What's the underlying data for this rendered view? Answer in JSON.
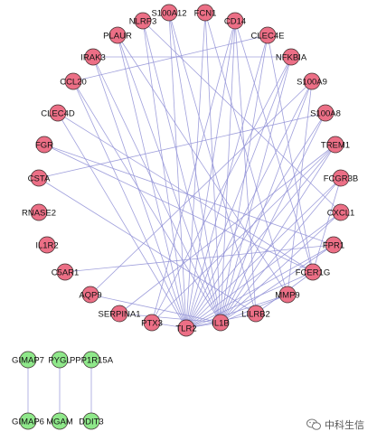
{
  "colors": {
    "hub": "#ec6f86",
    "isolated": "#8fe88a",
    "edge": "#8f8fd6"
  },
  "nodes": [
    {
      "id": "S100A12",
      "group": "hub"
    },
    {
      "id": "FCN1",
      "group": "hub"
    },
    {
      "id": "CD14",
      "group": "hub"
    },
    {
      "id": "NLRP3",
      "group": "hub"
    },
    {
      "id": "PLAUR",
      "group": "hub"
    },
    {
      "id": "CLEC4E",
      "group": "hub"
    },
    {
      "id": "IRAK3",
      "group": "hub"
    },
    {
      "id": "NFKBIA",
      "group": "hub"
    },
    {
      "id": "CCL20",
      "group": "hub"
    },
    {
      "id": "S100A9",
      "group": "hub"
    },
    {
      "id": "CLEC4D",
      "group": "hub"
    },
    {
      "id": "S100A8",
      "group": "hub"
    },
    {
      "id": "FGR",
      "group": "hub"
    },
    {
      "id": "TREM1",
      "group": "hub"
    },
    {
      "id": "CSTA",
      "group": "hub"
    },
    {
      "id": "FCGR3B",
      "group": "hub"
    },
    {
      "id": "RNASE2",
      "group": "hub"
    },
    {
      "id": "CXCL1",
      "group": "hub"
    },
    {
      "id": "IL1R2",
      "group": "hub"
    },
    {
      "id": "FPR1",
      "group": "hub"
    },
    {
      "id": "C5AR1",
      "group": "hub"
    },
    {
      "id": "FCER1G",
      "group": "hub"
    },
    {
      "id": "AQP9",
      "group": "hub"
    },
    {
      "id": "MMP9",
      "group": "hub"
    },
    {
      "id": "SERPINA1",
      "group": "hub"
    },
    {
      "id": "LILRB2",
      "group": "hub"
    },
    {
      "id": "PTX3",
      "group": "hub"
    },
    {
      "id": "IL1B",
      "group": "hub"
    },
    {
      "id": "TLR2",
      "group": "hub"
    },
    {
      "id": "GIMAP7",
      "group": "isolated"
    },
    {
      "id": "PYGL",
      "group": "isolated"
    },
    {
      "id": "PPP1R15A",
      "group": "isolated"
    },
    {
      "id": "GIMAP6",
      "group": "isolated"
    },
    {
      "id": "MGAM",
      "group": "isolated"
    },
    {
      "id": "DDIT3",
      "group": "isolated"
    }
  ],
  "edges": [
    [
      "S100A12",
      "TLR2"
    ],
    [
      "S100A12",
      "IL1B"
    ],
    [
      "S100A12",
      "LILRB2"
    ],
    [
      "FCN1",
      "TLR2"
    ],
    [
      "FCN1",
      "IL1B"
    ],
    [
      "FCN1",
      "MMP9"
    ],
    [
      "CD14",
      "TLR2"
    ],
    [
      "CD14",
      "IL1B"
    ],
    [
      "CD14",
      "PTX3"
    ],
    [
      "CD14",
      "FCER1G"
    ],
    [
      "CD14",
      "LILRB2"
    ],
    [
      "NLRP3",
      "TLR2"
    ],
    [
      "NLRP3",
      "IL1B"
    ],
    [
      "NLRP3",
      "CXCL1"
    ],
    [
      "PLAUR",
      "TLR2"
    ],
    [
      "PLAUR",
      "IL1B"
    ],
    [
      "PLAUR",
      "MMP9"
    ],
    [
      "CLEC4E",
      "TLR2"
    ],
    [
      "CLEC4E",
      "IL1B"
    ],
    [
      "CLEC4E",
      "CCL20"
    ],
    [
      "CLEC4E",
      "FCER1G"
    ],
    [
      "IRAK3",
      "TLR2"
    ],
    [
      "IRAK3",
      "IL1B"
    ],
    [
      "IRAK3",
      "NFKBIA"
    ],
    [
      "NFKBIA",
      "TLR2"
    ],
    [
      "NFKBIA",
      "IL1B"
    ],
    [
      "NFKBIA",
      "PTX3"
    ],
    [
      "CCL20",
      "TLR2"
    ],
    [
      "CCL20",
      "IL1B"
    ],
    [
      "S100A9",
      "TLR2"
    ],
    [
      "S100A9",
      "IL1B"
    ],
    [
      "S100A9",
      "AQP9"
    ],
    [
      "S100A9",
      "MMP9"
    ],
    [
      "CLEC4D",
      "FCER1G"
    ],
    [
      "CLEC4D",
      "TLR2"
    ],
    [
      "S100A8",
      "TLR2"
    ],
    [
      "S100A8",
      "IL1B"
    ],
    [
      "S100A8",
      "CSTA"
    ],
    [
      "FGR",
      "FCER1G"
    ],
    [
      "FGR",
      "FPR1"
    ],
    [
      "TREM1",
      "TLR2"
    ],
    [
      "TREM1",
      "IL1B"
    ],
    [
      "TREM1",
      "PTX3"
    ],
    [
      "TREM1",
      "SERPINA1"
    ],
    [
      "FCGR3B",
      "FCER1G"
    ],
    [
      "FCGR3B",
      "TLR2"
    ],
    [
      "FCGR3B",
      "IL1B"
    ],
    [
      "CXCL1",
      "TLR2"
    ],
    [
      "CXCL1",
      "IL1B"
    ],
    [
      "FPR1",
      "TLR2"
    ],
    [
      "FPR1",
      "C5AR1"
    ],
    [
      "FPR1",
      "IL1B"
    ],
    [
      "FCER1G",
      "TLR2"
    ],
    [
      "FCER1G",
      "LILRB2"
    ],
    [
      "MMP9",
      "TLR2"
    ],
    [
      "MMP9",
      "IL1B"
    ],
    [
      "LILRB2",
      "TLR2"
    ],
    [
      "PTX3",
      "TLR2"
    ],
    [
      "IL1B",
      "TLR2"
    ],
    [
      "AQP9",
      "IL1B"
    ],
    [
      "SERPINA1",
      "IL1B"
    ],
    [
      "CSTA",
      "LILRB2"
    ],
    [
      "GIMAP7",
      "GIMAP6"
    ],
    [
      "PYGL",
      "MGAM"
    ],
    [
      "PPP1R15A",
      "DDIT3"
    ]
  ],
  "watermark": {
    "text": "中科生信",
    "icon": "wechat-icon"
  }
}
